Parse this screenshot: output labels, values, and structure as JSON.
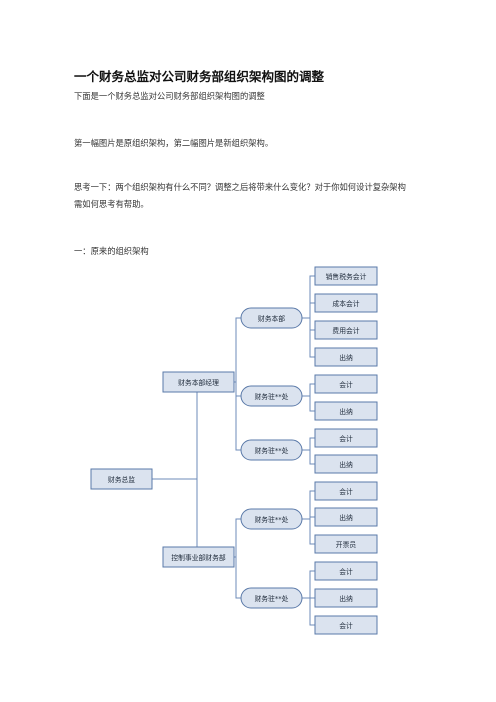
{
  "doc": {
    "title": "一个财务总监对公司财务部组织架构图的调整",
    "intro": "下面是一个财务总监对公司财务部组织架构图的调整",
    "line1": "第一幅图片是原组织架构，第二幅图片是新组织架构。",
    "line2a": "思考一下：两个组织架构有什么不同？调整之后将带来什么变化？对于你如何设计复杂架构",
    "line2b": "需如何思考有帮助。",
    "section1": "一：原来的组织架构"
  },
  "org": {
    "root": "财务总监",
    "mgr1": "财务本部经理",
    "mgr2": "控制事业部财务部",
    "hq": "财务本部",
    "branch_a": "财务驻**处",
    "branch_b": "财务驻**处",
    "branch_c": "财务驻**处",
    "branch_d": "财务驻**处",
    "hq_leaves": [
      "销售税务会计",
      "成本会计",
      "费用会计",
      "出纳"
    ],
    "a_leaves": [
      "会计",
      "出纳"
    ],
    "b_leaves": [
      "会计",
      "出纳"
    ],
    "c_leaves": [
      "会计",
      "出纳",
      "开票员"
    ],
    "d_leaves": [
      "会计",
      "出纳",
      "会计"
    ]
  },
  "colors": {
    "box_fill": "#dbe3ef",
    "box_stroke": "#5a79a8",
    "line": "#6d8bb8"
  }
}
